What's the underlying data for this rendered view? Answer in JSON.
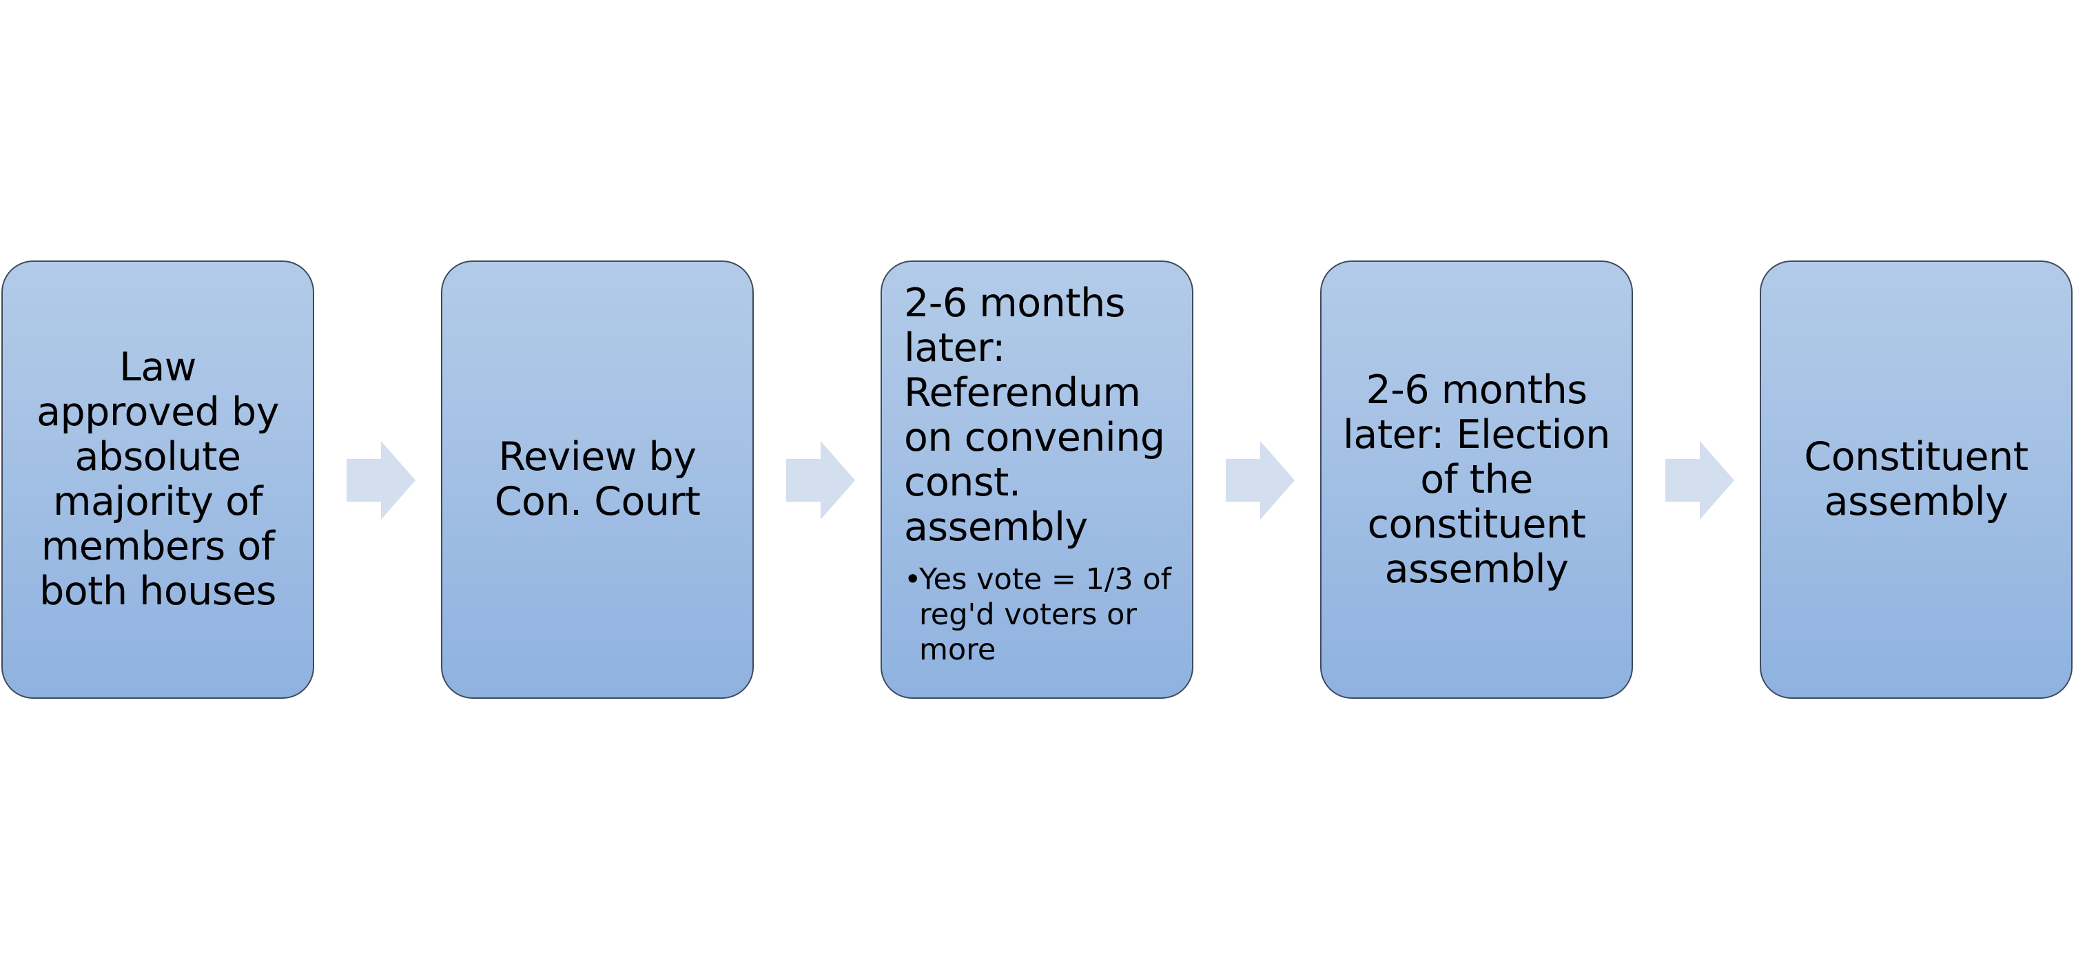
{
  "steps": [
    {
      "label": "Law approved by absolute majority of members of both houses"
    },
    {
      "label": "Review by Con. Court"
    },
    {
      "label": "2-6 months later: Referendum on convening const. assembly",
      "bullet": "Yes vote = 1/3 of reg'd voters or more"
    },
    {
      "label": "2-6 months later: Election of the constituent assembly"
    },
    {
      "label": "Constituent assembly"
    }
  ],
  "colors": {
    "box_top": "#b3cbe8",
    "box_bottom": "#8fb2e0",
    "box_border": "#3e4a5c",
    "arrow": "#d3deef"
  },
  "icons": {
    "connector": "right-chevron-arrow-icon"
  }
}
